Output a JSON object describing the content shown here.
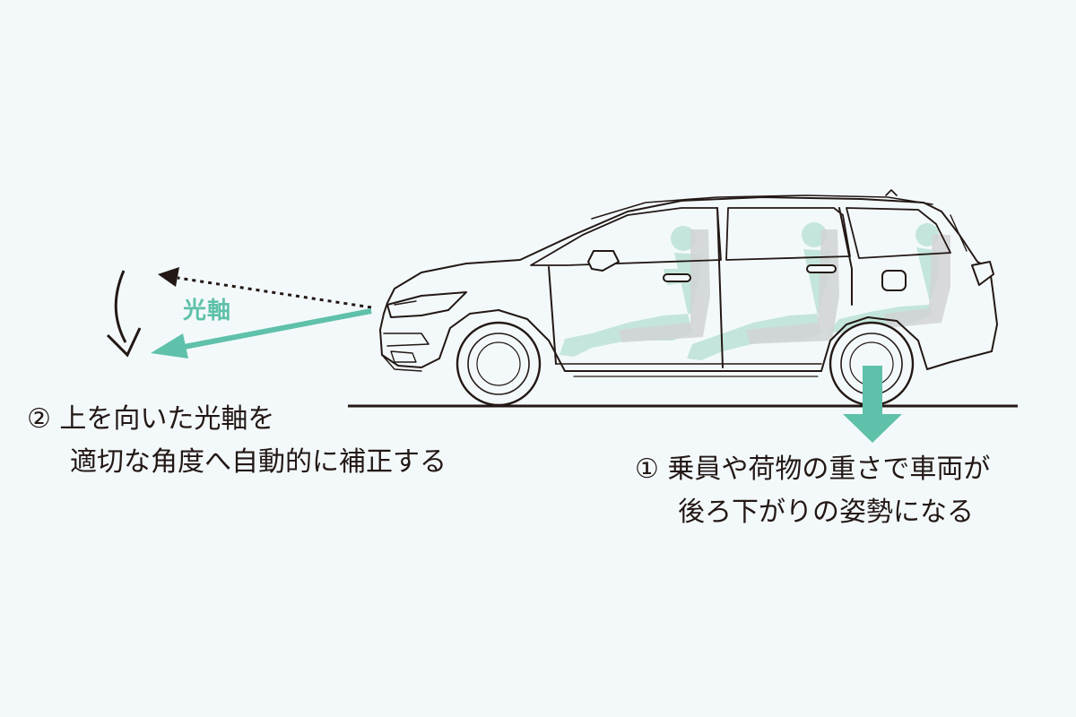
{
  "colors": {
    "background": "#f3f9fb",
    "accent": "#5fc1aa",
    "line": "#231815",
    "passenger": "#bfe3d8",
    "seat": "#d2d4d4"
  },
  "beam_label": "光軸",
  "note_correction": {
    "line1": "② 上を向いた光軸を",
    "line2": "適切な角度へ自動的に補正する"
  },
  "note_load": {
    "line1": "① 乗員や荷物の重さで車両が",
    "line2": "後ろ下がりの姿勢になる"
  },
  "icons": [
    "correction-curve-arrow-icon",
    "raised-beam-arrow-icon",
    "corrected-beam-arrow-icon",
    "load-down-arrow-icon"
  ]
}
